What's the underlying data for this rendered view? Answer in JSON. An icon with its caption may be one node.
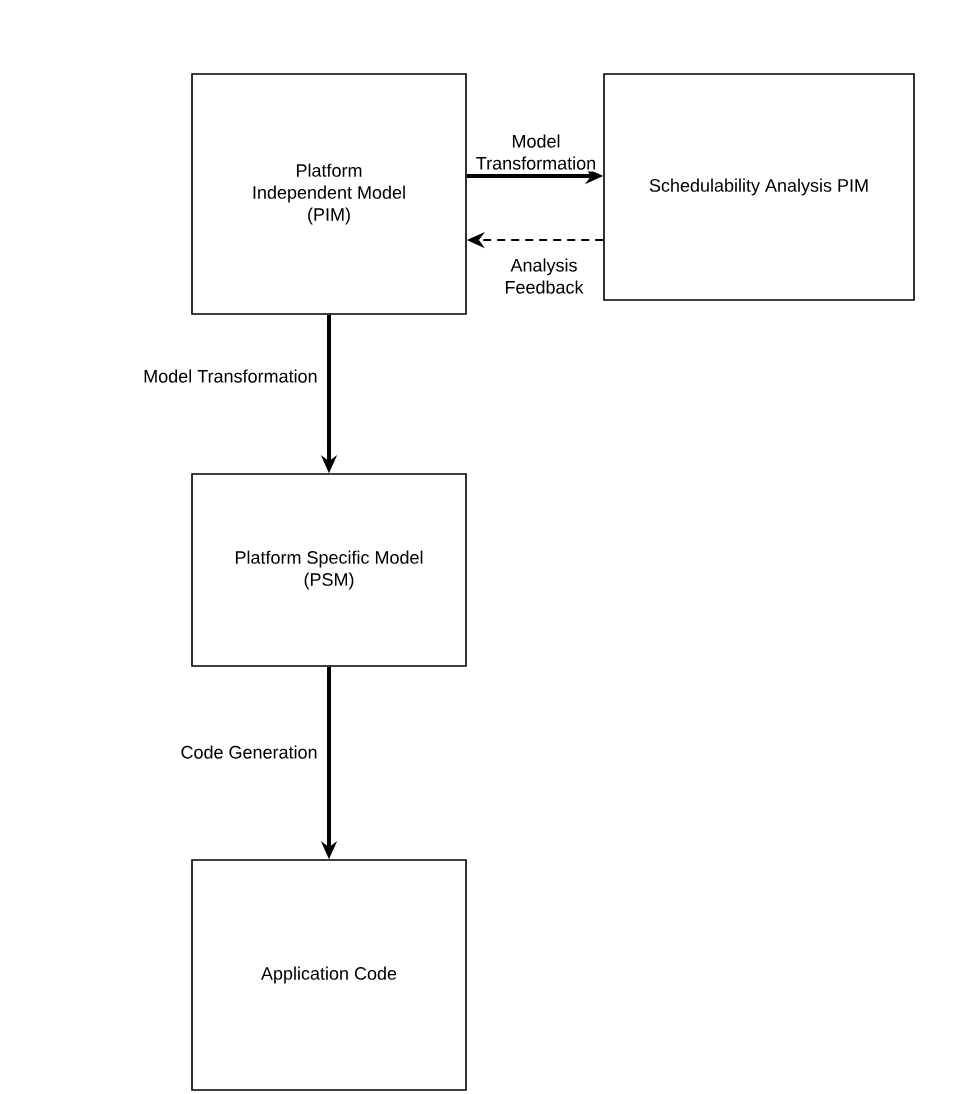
{
  "diagram": {
    "nodes": [
      {
        "text": [
          "Platform Independent Model (PIM)"
        ]
      },
      {
        "text": [
          "Schedulability Analysis PIM"
        ]
      },
      {
        "text": [
          "Platform Specific Model (PSM)"
        ]
      },
      {
        "text": [
          "Application Code"
        ]
      }
    ],
    "edges": [
      {
        "from": 0,
        "to": 1,
        "arrow": "to",
        "label": "Model Transformation"
      },
      {
        "from": 1,
        "to": 0,
        "arrow": "to",
        "label": "Analysis Feedback",
        "style": "dashed"
      },
      {
        "from": 0,
        "to": 2,
        "arrow": "to",
        "label": "Model Transformation"
      },
      {
        "from": 2,
        "to": 3,
        "arrow": "to",
        "label": "Code Generation"
      }
    ]
  }
}
